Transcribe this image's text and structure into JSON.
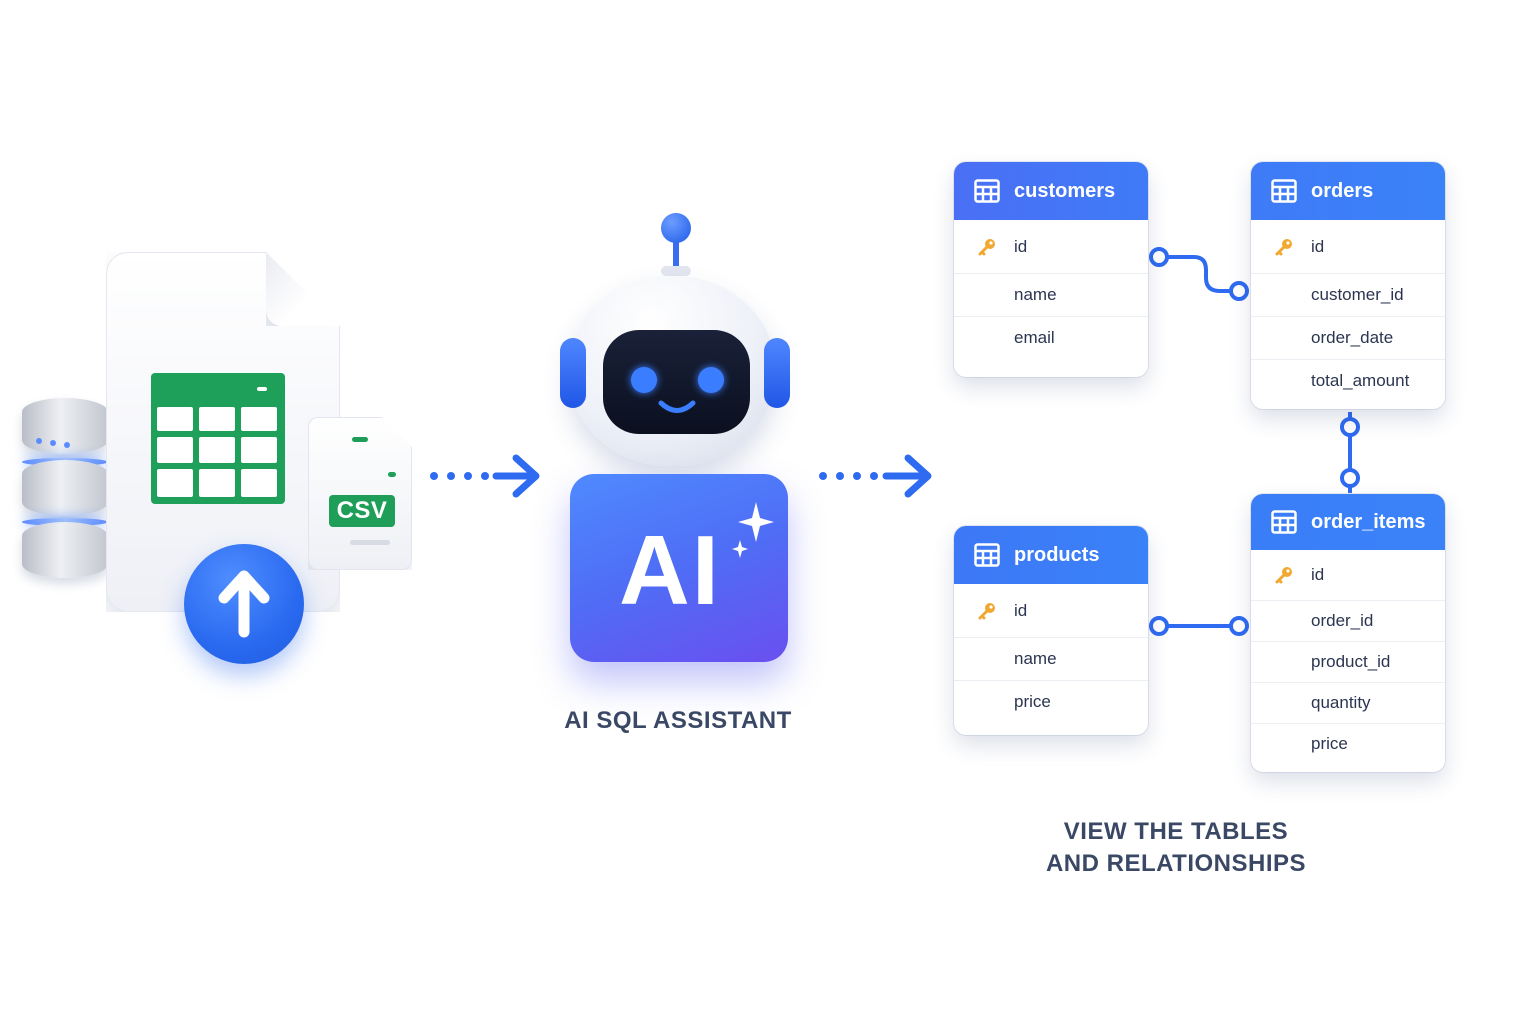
{
  "upload": {
    "csv_badge": "CSV"
  },
  "assistant": {
    "block_text": "AI",
    "caption": "AI SQL ASSISTANT"
  },
  "schema": {
    "caption_line1": "VIEW THE TABLES",
    "caption_line2": "AND RELATIONSHIPS",
    "tables": {
      "customers": {
        "name": "customers",
        "columns": [
          "id",
          "name",
          "email"
        ],
        "key": "id"
      },
      "orders": {
        "name": "orders",
        "columns": [
          "id",
          "customer_id",
          "order_date",
          "total_amount"
        ],
        "key": "id"
      },
      "products": {
        "name": "products",
        "columns": [
          "id",
          "name",
          "price"
        ],
        "key": "id"
      },
      "order_items": {
        "name": "order_items",
        "columns": [
          "id",
          "order_id",
          "product_id",
          "quantity",
          "price"
        ],
        "key": "id"
      }
    }
  },
  "colors": {
    "accent_blue": "#2f6bf0",
    "sheet_green": "#1fa05a",
    "key_gold": "#f0a830",
    "text_dark": "#2b3550"
  },
  "icons": [
    "database-icon",
    "spreadsheet-icon",
    "csv-file-icon",
    "upload-arrow-icon",
    "robot-icon",
    "sparkle-icon",
    "table-grid-icon",
    "key-icon",
    "arrow-right-icon"
  ]
}
